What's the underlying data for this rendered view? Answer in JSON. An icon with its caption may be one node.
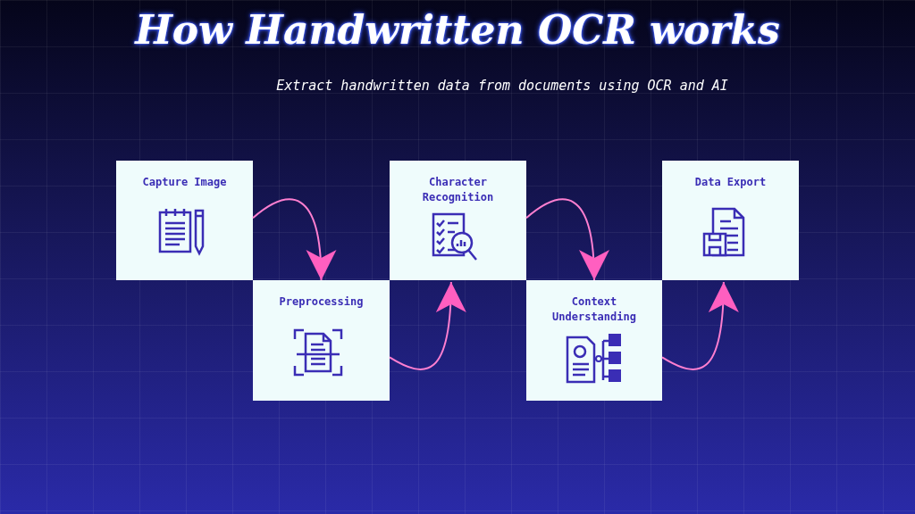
{
  "diagram": {
    "title": "How Handwritten OCR works",
    "nodes": [
      {
        "text": [
          "Capture Image"
        ]
      },
      {
        "text": [
          "Preprocessing"
        ]
      },
      {
        "text": [
          "Character Recognition"
        ]
      },
      {
        "text": [
          "Context Understanding"
        ]
      },
      {
        "text": [
          "Data Export"
        ]
      }
    ],
    "edges": [
      {
        "from": 0,
        "to": 1,
        "arrow": "to"
      },
      {
        "from": 1,
        "to": 2,
        "arrow": "to"
      },
      {
        "from": 2,
        "to": 3,
        "arrow": "to"
      },
      {
        "from": 3,
        "to": 4,
        "arrow": "to"
      }
    ],
    "labels": [
      "Extract handwritten data from documents using OCR and AI"
    ]
  }
}
